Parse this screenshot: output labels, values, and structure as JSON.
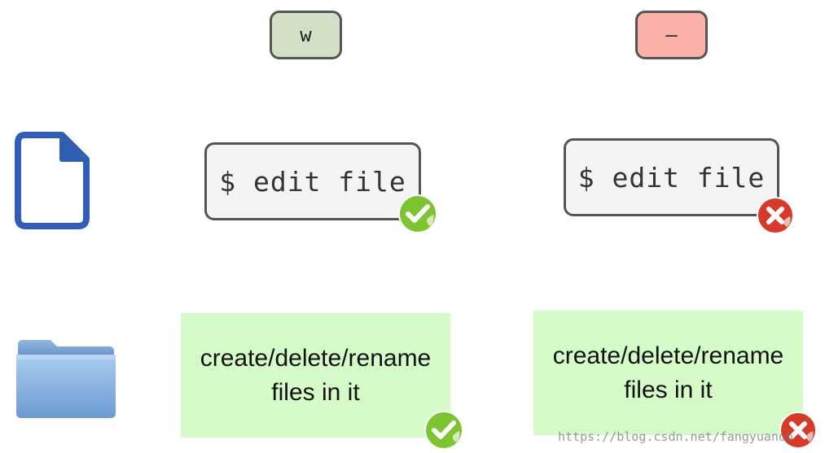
{
  "permissions": {
    "write": "w",
    "none": "–"
  },
  "rows": {
    "file": {
      "icon": "file-icon",
      "left_command": "$ edit file",
      "right_command": "$ edit file",
      "left_result": "check-icon",
      "right_result": "cross-icon"
    },
    "directory": {
      "icon": "folder-icon",
      "left_text_line1": "create/delete/rename",
      "left_text_line2": "files in it",
      "right_text_line1": "create/delete/rename",
      "right_text_line2": "files in it",
      "left_result": "check-icon",
      "right_result": "cross-icon"
    }
  },
  "colors": {
    "write_key": "#d2e0c8",
    "none_key": "#fbb0aa",
    "panel": "#d5fbc8",
    "file_icon": "#2f5fb4",
    "check": "#7cc52e",
    "cross": "#d63b2a"
  },
  "watermark": "https://blog.csdn.net/fangyuanoo"
}
